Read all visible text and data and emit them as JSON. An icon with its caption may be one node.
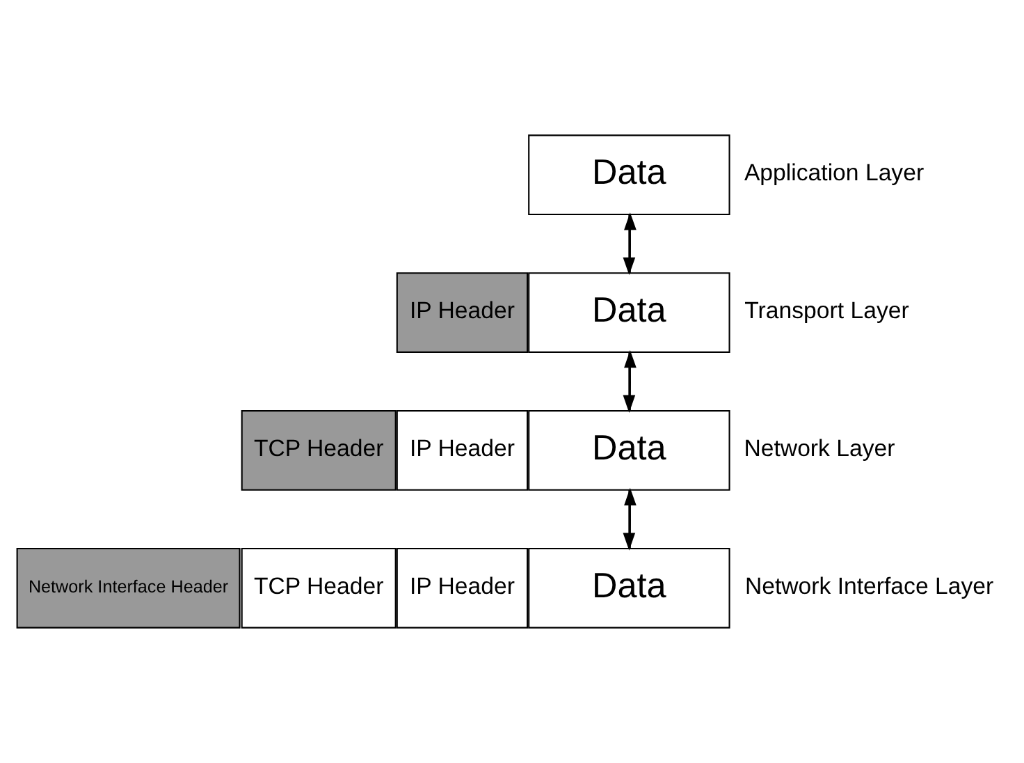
{
  "diagram": {
    "nodes": [
      {
        "text": [
          "Data"
        ],
        "beside": [
          "Application Layer"
        ]
      },
      {
        "text": [
          "IP Header"
        ]
      },
      {
        "text": [
          "Data"
        ],
        "beside": [
          "Transport Layer"
        ]
      },
      {
        "text": [
          "TCP Header"
        ]
      },
      {
        "text": [
          "IP Header"
        ]
      },
      {
        "text": [
          "Data"
        ],
        "beside": [
          "Network Layer"
        ]
      },
      {
        "text": [
          "Network Interface Header"
        ]
      },
      {
        "text": [
          "TCP Header"
        ]
      },
      {
        "text": [
          "IP Header"
        ]
      },
      {
        "text": [
          "Data"
        ],
        "beside": [
          "Network Interface Layer"
        ]
      }
    ],
    "edges": [
      {
        "from": 0,
        "to": 2,
        "arrow": "to"
      },
      {
        "from": 2,
        "to": 0,
        "arrow": "to"
      },
      {
        "from": 2,
        "to": 5,
        "arrow": "to"
      },
      {
        "from": 5,
        "to": 2,
        "arrow": "to"
      },
      {
        "from": 5,
        "to": 9,
        "arrow": "to"
      },
      {
        "from": 9,
        "to": 5,
        "arrow": "to"
      }
    ]
  }
}
